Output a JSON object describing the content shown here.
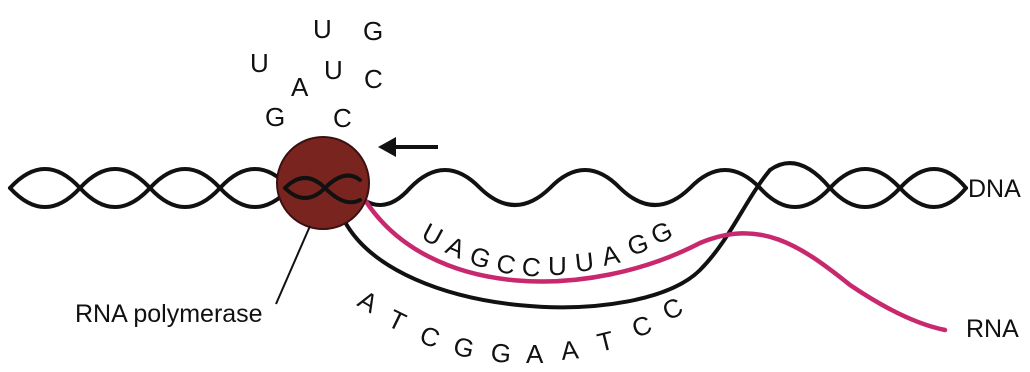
{
  "colors": {
    "strand": "#111111",
    "polymerase": "#7a2420",
    "rna": "#c8286e"
  },
  "labels": {
    "dna": "DNA",
    "rna": "RNA",
    "polymerase": "RNA polymerase"
  },
  "sequences": {
    "released_rna": [
      "C",
      "A",
      "G",
      "U",
      "U",
      "C",
      "G",
      "U"
    ],
    "rna_transcript": [
      "U",
      "A",
      "G",
      "C",
      "C",
      "U",
      "U",
      "A",
      "G",
      "G"
    ],
    "template_dna": [
      "A",
      "T",
      "C",
      "G",
      "G",
      "A",
      "A",
      "T",
      "C",
      "C"
    ]
  },
  "icons": {
    "direction": "arrow-left-icon"
  }
}
